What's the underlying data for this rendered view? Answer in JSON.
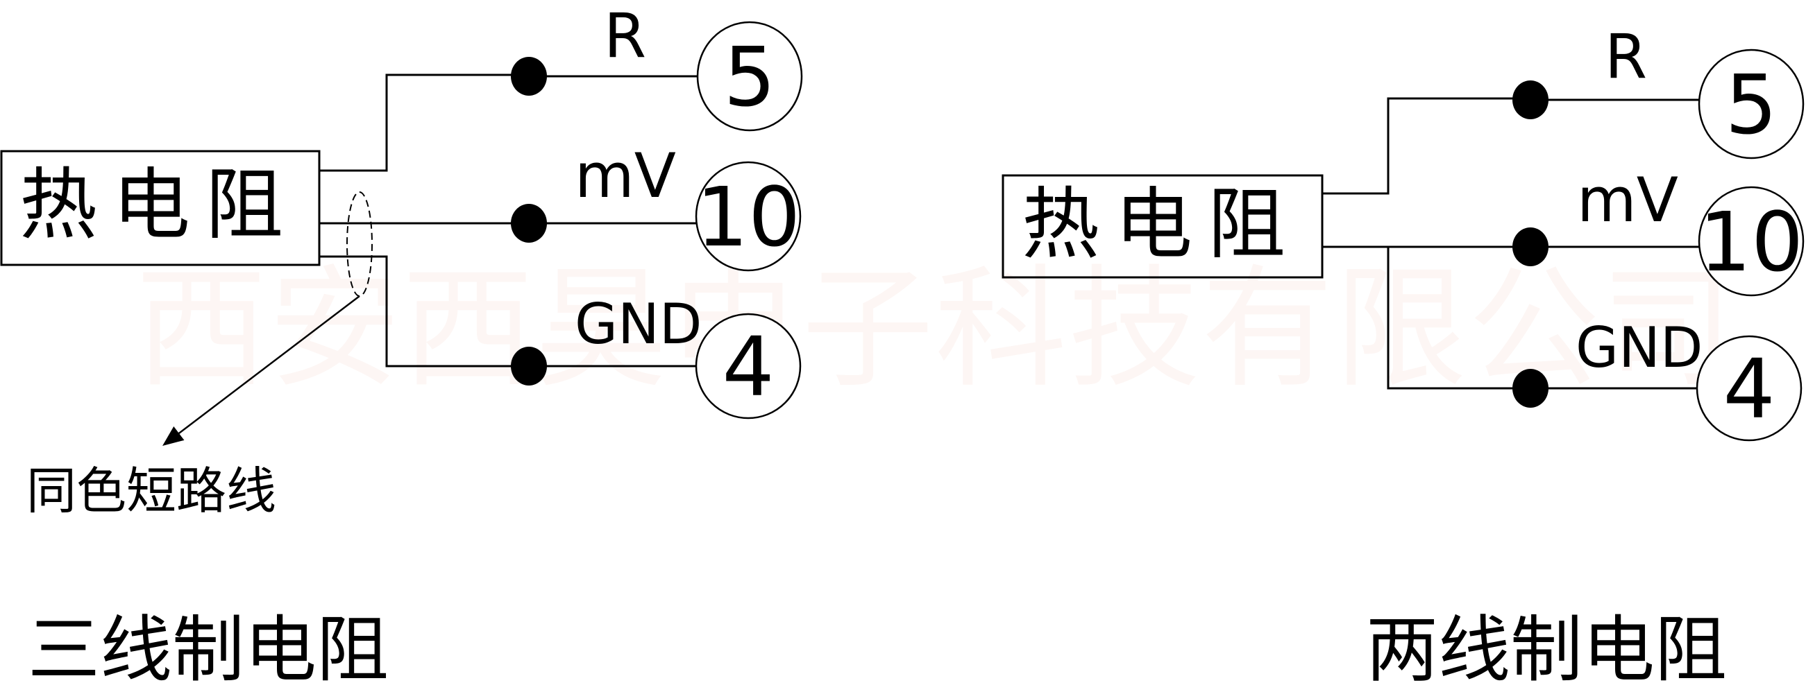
{
  "watermark": "西安西昊电子科技有限公司",
  "diagrams": [
    {
      "title": "三线制电阻",
      "component_label": "热电阻",
      "annotation": "同色短路线",
      "terminals": [
        {
          "signal": "R",
          "number": "5"
        },
        {
          "signal": "mV",
          "number": "10"
        },
        {
          "signal": "GND",
          "number": "4"
        }
      ]
    },
    {
      "title": "两线制电阻",
      "component_label": "热电阻",
      "terminals": [
        {
          "signal": "R",
          "number": "5"
        },
        {
          "signal": "mV",
          "number": "10"
        },
        {
          "signal": "GND",
          "number": "4"
        }
      ]
    }
  ],
  "colors": {
    "line": "#000000",
    "watermark": "#fdf6f4",
    "background": "#ffffff"
  }
}
